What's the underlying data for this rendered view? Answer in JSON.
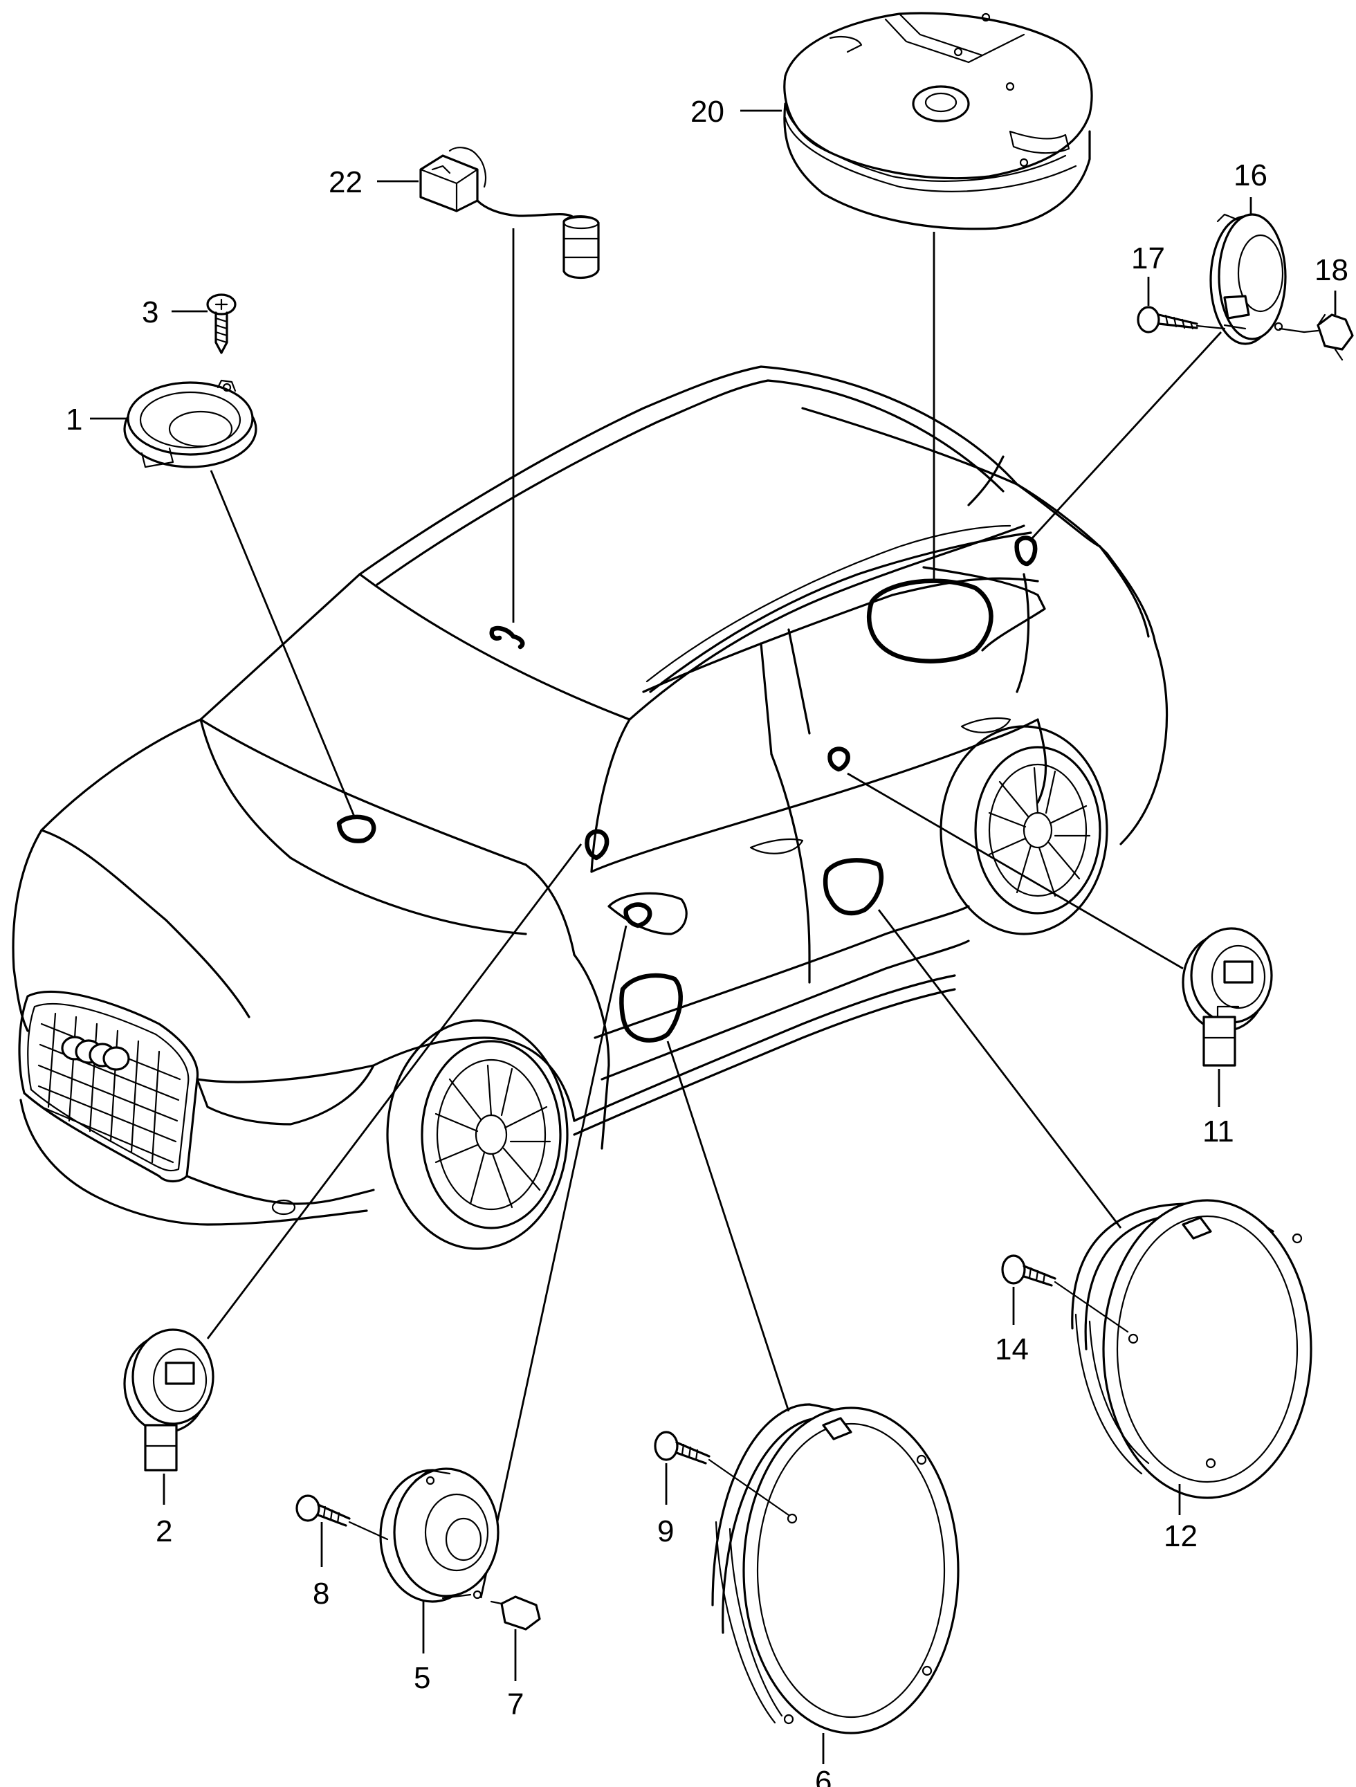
{
  "callouts": {
    "n1": "1",
    "n2": "2",
    "n3": "3",
    "n5": "5",
    "n6": "6",
    "n7": "7",
    "n8": "8",
    "n9": "9",
    "n11": "11",
    "n12": "12",
    "n14": "14",
    "n16": "16",
    "n17": "17",
    "n18": "18",
    "n20": "20",
    "n22": "22"
  }
}
